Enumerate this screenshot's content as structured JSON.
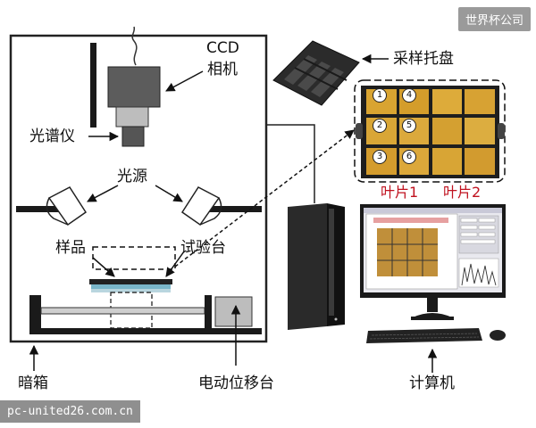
{
  "labels": {
    "ccd": "CCD",
    "camera": "相机",
    "spectrometer": "光谱仪",
    "light_source": "光源",
    "sample": "样品",
    "test_bench": "试验台",
    "sampling_tray": "采样托盘",
    "leaf1": "叶片1",
    "leaf2": "叶片2",
    "dark_box": "暗箱",
    "motorized_stage": "电动位移台",
    "computer": "计算机"
  },
  "sample_numbers": [
    "1",
    "4",
    "2",
    "5",
    "3",
    "6"
  ],
  "watermarks": {
    "top": "世界杯公司",
    "bottom": "pc-united26.com.cn"
  },
  "colors": {
    "leaf_accent": "#c0121f",
    "leaf_yellow": "#d9a431",
    "tray_dark": "#2b2b2b"
  }
}
